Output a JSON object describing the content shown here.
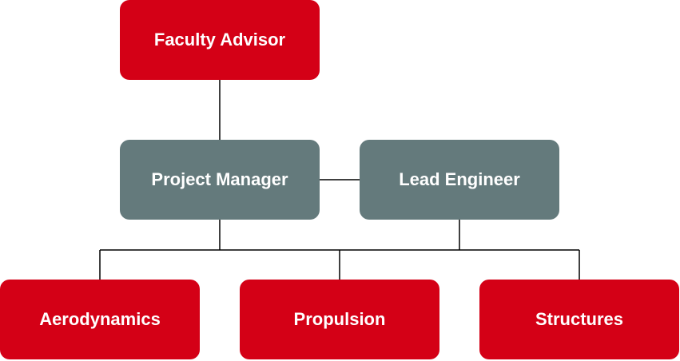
{
  "org_chart": {
    "faculty_advisor": {
      "label": "Faculty Advisor",
      "color": "#d40016"
    },
    "project_manager": {
      "label": "Project Manager",
      "color": "#647a7c"
    },
    "lead_engineer": {
      "label": "Lead Engineer",
      "color": "#647a7c"
    },
    "teams": [
      {
        "label": "Aerodynamics",
        "color": "#d40016"
      },
      {
        "label": "Propulsion",
        "color": "#d40016"
      },
      {
        "label": "Structures",
        "color": "#d40016"
      }
    ],
    "connector_color": "#000000"
  }
}
